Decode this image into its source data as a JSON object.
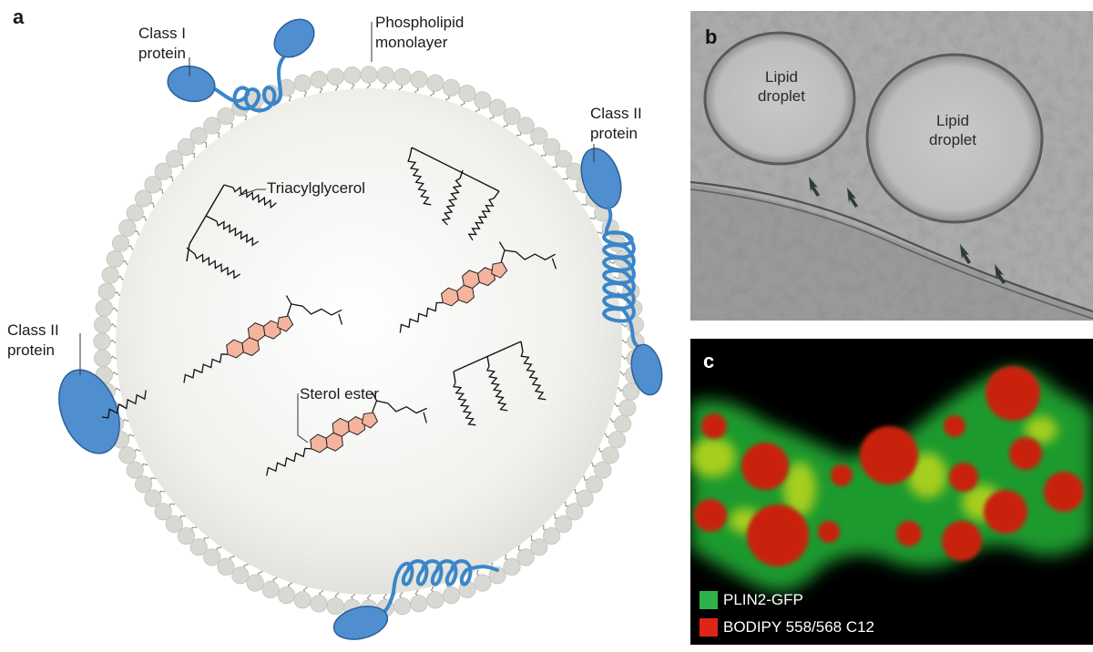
{
  "panels": {
    "a": {
      "letter": "a",
      "labels": {
        "class1_protein": [
          "Class I",
          "protein"
        ],
        "phospholipid": [
          "Phospholipid",
          "monolayer"
        ],
        "class2_protein_right": [
          "Class II",
          "protein"
        ],
        "class2_protein_left": [
          "Class II",
          "protein"
        ],
        "triacylglycerol": "Triacylglycerol",
        "sterol_ester": "Sterol ester"
      }
    },
    "b": {
      "letter": "b",
      "droplet_left": [
        "Lipid",
        "droplet"
      ],
      "droplet_right": [
        "Lipid",
        "droplet"
      ]
    },
    "c": {
      "letter": "c",
      "legend": [
        {
          "label": "PLIN2-GFP",
          "color": "#2fb24b"
        },
        {
          "label": "BODIPY 558/568 C12",
          "color": "#e02418"
        }
      ]
    }
  },
  "colors": {
    "protein": "#4f8fd0",
    "protein_stroke": "#2c5f99",
    "coil": "#3a86c8",
    "headgroup": "#d9d9d4",
    "sterol_ring": "#f4b49e"
  }
}
